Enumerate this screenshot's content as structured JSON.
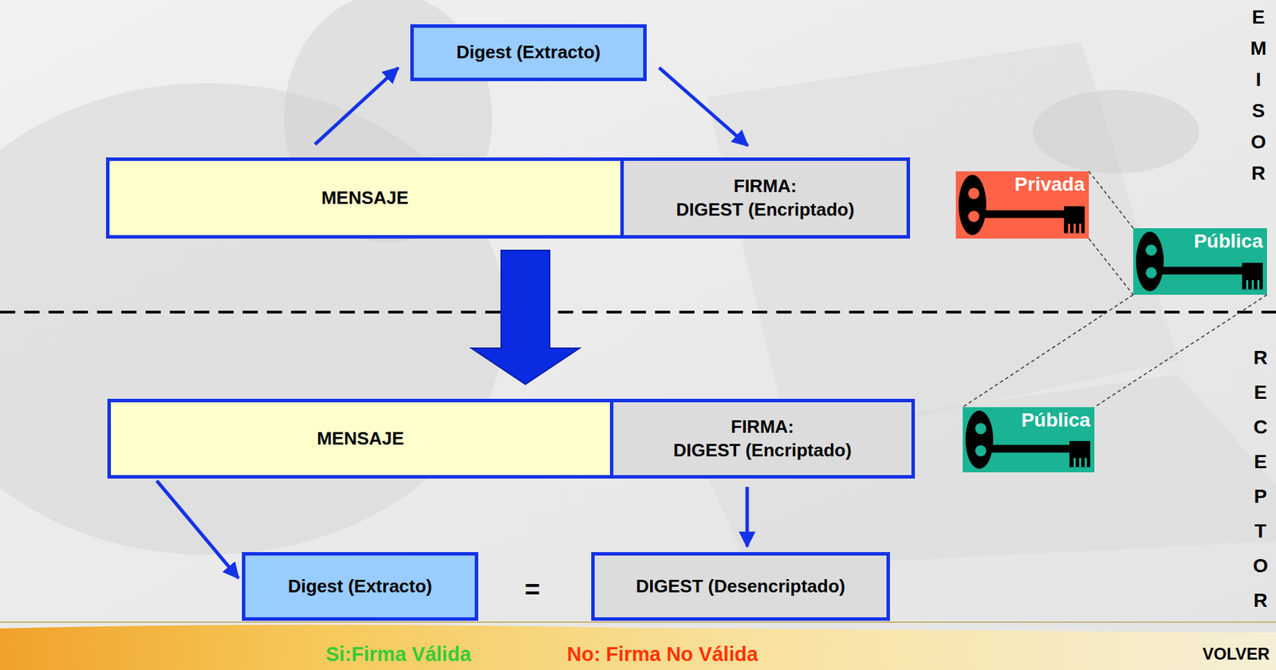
{
  "diagram": {
    "nodes": [
      {
        "text": [
          "Digest (Extracto)"
        ]
      },
      {
        "text": [
          "MENSAJE"
        ]
      },
      {
        "text": [
          "FIRMA:",
          "DIGEST (Encriptado)"
        ]
      },
      {
        "text": [
          "Privada"
        ]
      },
      {
        "text": [
          "Pública"
        ]
      },
      {
        "text": [
          "MENSAJE"
        ]
      },
      {
        "text": [
          "FIRMA:",
          "DIGEST (Encriptado)"
        ]
      },
      {
        "text": [
          "Pública"
        ]
      },
      {
        "text": [
          "Digest (Extracto)"
        ]
      },
      {
        "text": [
          "DIGEST (Desencriptado)"
        ]
      }
    ],
    "edges": [
      {
        "from": 1,
        "to": 0,
        "arrow": "to"
      },
      {
        "from": 0,
        "to": 2,
        "arrow": "to"
      },
      {
        "from": 3,
        "to": 4,
        "arrow": "none"
      },
      {
        "from": 4,
        "to": 7,
        "arrow": "none"
      },
      {
        "from": 1,
        "to": 5,
        "arrow": "to"
      },
      {
        "from": 5,
        "to": 8,
        "arrow": "to"
      },
      {
        "from": 6,
        "to": 9,
        "arrow": "to"
      }
    ],
    "labels": [
      "EMISOR",
      "RECEPTOR",
      "=",
      "Si:Firma Válida",
      "No: Firma No Válida",
      "VOLVER"
    ]
  }
}
